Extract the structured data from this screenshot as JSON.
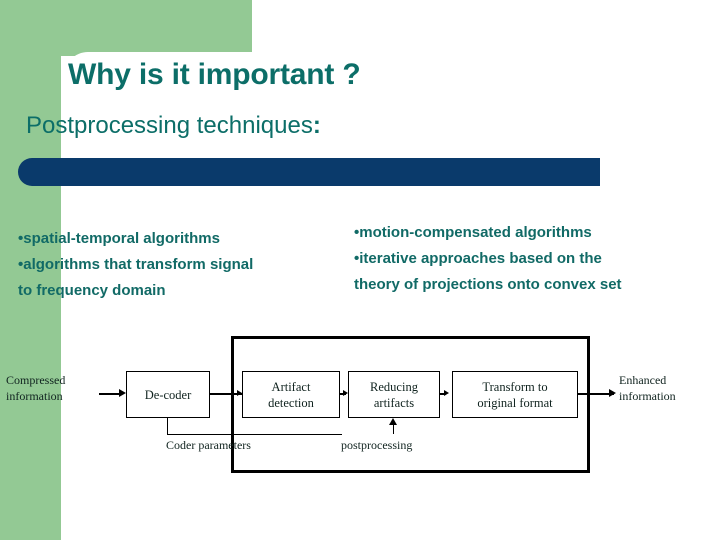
{
  "slide": {
    "title": "Why is it important ?",
    "subtitle_text": "Postprocessing techniques",
    "subtitle_colon": ":"
  },
  "colors": {
    "green": "#93c994",
    "teal_text": "#0c6e68",
    "dark_blue_bar": "#0a3a6b",
    "diagram_ink": "#10231f",
    "slide_background": "#ffffff"
  },
  "bullets": {
    "left": [
      "•spatial-temporal algorithms",
      "•algorithms that transform signal",
      "to frequency domain"
    ],
    "right": [
      "•motion-compensated algorithms",
      "•iterative approaches based on the",
      "theory of projections onto convex set"
    ]
  },
  "diagram": {
    "input_label_line1": "Compressed",
    "input_label_line2": "information",
    "output_label_line1": "Enhanced",
    "output_label_line2": "information",
    "coder_parameters_label": "Coder parameters",
    "postprocessing_label": "postprocessing",
    "boxes": [
      {
        "id": "decoder",
        "line1": "De-coder",
        "line2": ""
      },
      {
        "id": "artifact",
        "line1": "Artifact",
        "line2": "detection"
      },
      {
        "id": "reducing",
        "line1": "Reducing",
        "line2": "artifacts"
      },
      {
        "id": "transform",
        "line1": "Transform to",
        "line2": "original format"
      }
    ]
  }
}
